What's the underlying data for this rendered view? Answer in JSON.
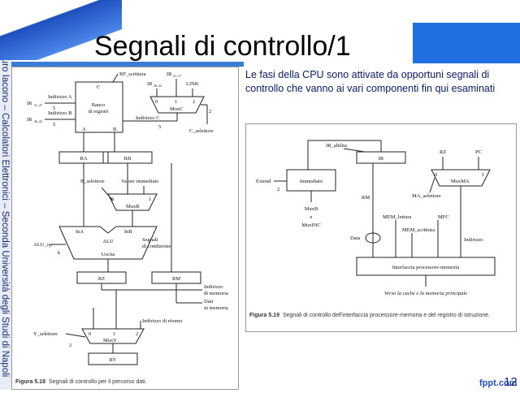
{
  "slide": {
    "side_text": "Prof. Ing. Mauro Iacono – Calcolatori Elettronici – Seconda Università degli Studi di Napoli",
    "title": "Segnali di controllo/1",
    "intro": "Le fasi della CPU sono attivate da opportuni segnali di controllo che vanno ai vari componenti fin qui esaminati",
    "page_number": "12",
    "brand": "fppt.com"
  },
  "figure_left": {
    "caption_label": "Figura 5.18",
    "caption_text": "Segnali di controllo per il percorso dati.",
    "labels": {
      "rf_scrittura": "RF_scrittura",
      "ir_26_22_top": "IR",
      "ir_26_22_top_sub": "26–22",
      "ir_21_17": "IR",
      "ir_21_17_sub": "21–17",
      "link": "LINK",
      "c": "C",
      "banco": "Banco",
      "di_registri": "di registri",
      "indirizzo_a": "Indirizzo A",
      "indirizzo_b": "Indirizzo B",
      "indirizzo_c": "Indirizzo C",
      "ir_31_27": "IR",
      "ir_31_27_sub": "31–27",
      "ir_26_22_left": "IR",
      "ir_26_22_left_sub": "26–22",
      "five_a": "5",
      "five_b": "5",
      "five_c": "5",
      "two_c": "2",
      "a": "A",
      "b": "B",
      "muxc": "MuxC",
      "c_selettore": "C_selettore",
      "mux0": "0",
      "mux1": "1",
      "mux2": "2",
      "ra": "RA",
      "rb": "RB",
      "b_selettore": "B_selettore",
      "valore_immediato": "Valore immediato",
      "muxb": "MuxB",
      "ina": "InA",
      "inb": "InB",
      "alu": "ALU",
      "uscita": "Uscita",
      "alu_op": "ALU_op",
      "k": "k",
      "segnali": "Segnali",
      "di_condizione": "di condizione",
      "rz": "RZ",
      "rm": "RM",
      "indirizzo_memoria_1": "Indirizzo",
      "indirizzo_memoria_2": "di memoria",
      "dati_1": "Dati",
      "dati_2": "in memoria",
      "indirizzo_ritorno": "Indirizzo di ritorno",
      "y_selettore": "Y_selettore",
      "muxy": "MuxY",
      "two_y": "2",
      "ry": "RY"
    }
  },
  "figure_right": {
    "caption_label": "Figura 5.19",
    "caption_text": "Segnali di controllo dell'interfaccia processore-memoria e del registro di istruzione.",
    "labels": {
      "ir_abilita": "IR_abilita",
      "ir": "IR",
      "rz": "RZ",
      "pc": "PC",
      "extend": "Extend",
      "two": "2",
      "immediato": "Immediato",
      "muxma": "MuxMA",
      "m0": "0",
      "m1": "1",
      "ma_selettore": "MA_selettore",
      "muxb": "MuxB",
      "e": "e",
      "muxinc": "MuxINC",
      "rm": "RM",
      "mem_lettura": "MEM_lettura",
      "mfc": "MFC",
      "mem_scrittura": "MEM_scrittura",
      "data": "Data",
      "indirizzo": "Indirizzo",
      "interfaccia": "Interfaccia processore-memoria",
      "verso": "Verso la cache e la memoria principale"
    }
  },
  "colors": {
    "accent": "#1f6fe0",
    "text_blue": "#0a1a6e"
  }
}
